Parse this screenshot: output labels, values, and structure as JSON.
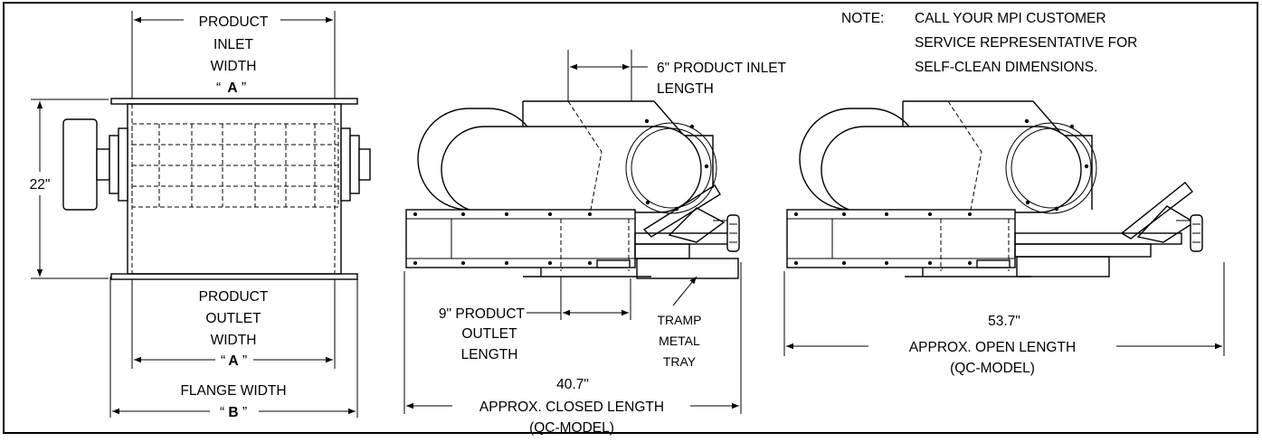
{
  "note": {
    "prefix": "NOTE:",
    "lines": [
      "CALL YOUR  MPI CUSTOMER",
      "SERVICE REPRESENTATIVE FOR",
      "SELF-CLEAN DIMENSIONS."
    ]
  },
  "front_view": {
    "inlet_width": [
      "PRODUCT",
      "INLET",
      "WIDTH"
    ],
    "inlet_symbol": "A",
    "height_dim": "22\"",
    "outlet_width": [
      "PRODUCT",
      "OUTLET",
      "WIDTH"
    ],
    "outlet_symbol": "A",
    "flange_width": "FLANGE WIDTH",
    "flange_symbol": "B"
  },
  "closed_view": {
    "inlet_length": [
      "6\" PRODUCT INLET",
      "LENGTH"
    ],
    "outlet_length": [
      "9\" PRODUCT",
      "OUTLET",
      "LENGTH"
    ],
    "tramp_tray": [
      "TRAMP",
      "METAL",
      "TRAY"
    ],
    "overall_value": "40.7\"",
    "overall_label": "APPROX.  CLOSED LENGTH",
    "model": "(QC-MODEL)"
  },
  "open_view": {
    "overall_value": "53.7\"",
    "overall_label": "APPROX. OPEN LENGTH",
    "model": "(QC-MODEL)"
  }
}
